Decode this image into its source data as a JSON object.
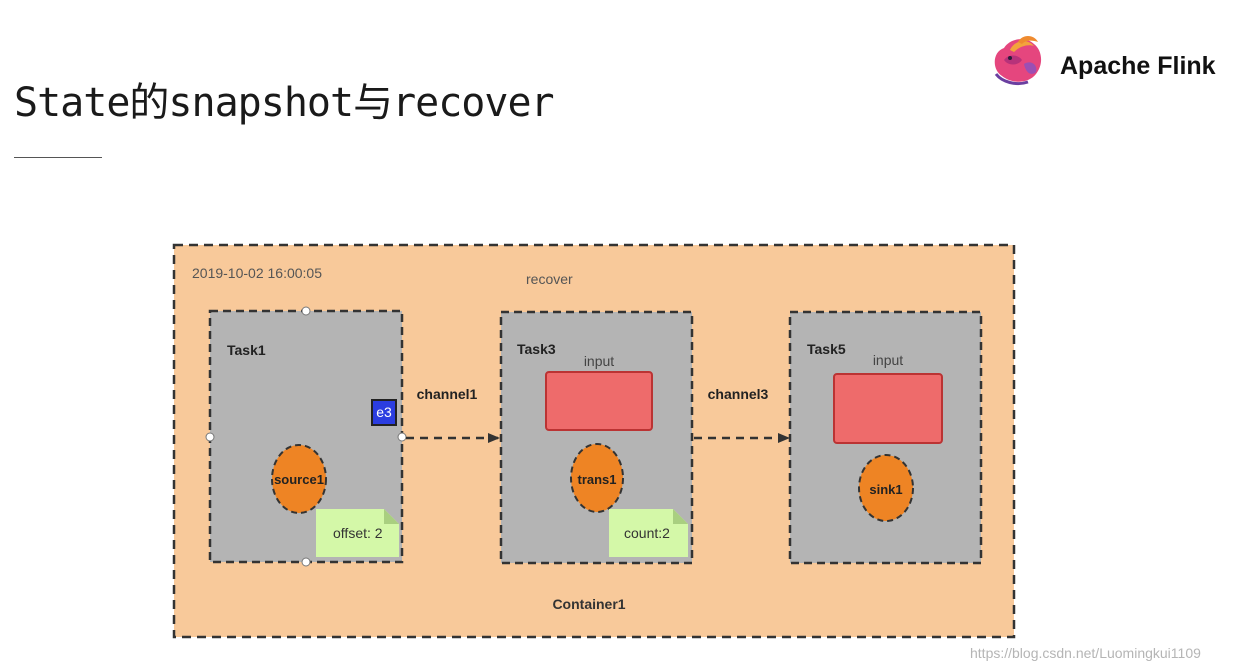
{
  "slide": {
    "title": "State的snapshot与recover",
    "logo_text": "Apache Flink"
  },
  "diagram": {
    "container": {
      "timestamp": "2019-10-02 16:00:05",
      "label": "recover",
      "name": "Container1"
    },
    "tasks": [
      {
        "name": "Task1",
        "operator": "source1",
        "event_marker": "e3",
        "state_note": "offset: 2"
      },
      {
        "name": "Task3",
        "input_label": "input",
        "operator": "trans1",
        "state_note": "count:2"
      },
      {
        "name": "Task5",
        "input_label": "input",
        "operator": "sink1"
      }
    ],
    "channels": [
      "channel1",
      "channel3"
    ]
  },
  "colors": {
    "container_fill": "#f8c99a",
    "task_fill": "#b4b4b4",
    "operator_fill": "#ee8424",
    "input_fill": "#ee6b6b",
    "note_fill": "#d4f8a8",
    "event_fill": "#2b3de0"
  },
  "watermark": "https://blog.csdn.net/Luomingkui1109"
}
